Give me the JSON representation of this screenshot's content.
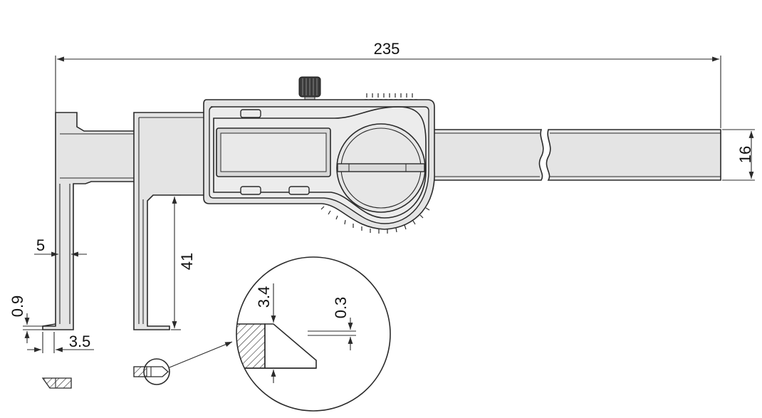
{
  "dimensions": {
    "overall_length": "235",
    "beam_width": "16",
    "jaw_depth": "41",
    "jaw_width": "5",
    "tip_height": "0.9",
    "tip_width": "3.5",
    "detail_tip_height": "3.4",
    "detail_thickness": "0.3"
  },
  "colors": {
    "line": "#2a2a2a",
    "body": "#e4e4e4",
    "display": "#d9d9d9",
    "background": "#ffffff"
  },
  "icons": {
    "display_buttons": "rounded-rectangle-button",
    "dial": "round-dial-knob",
    "thumb_wheel": "knurled-wheel"
  }
}
